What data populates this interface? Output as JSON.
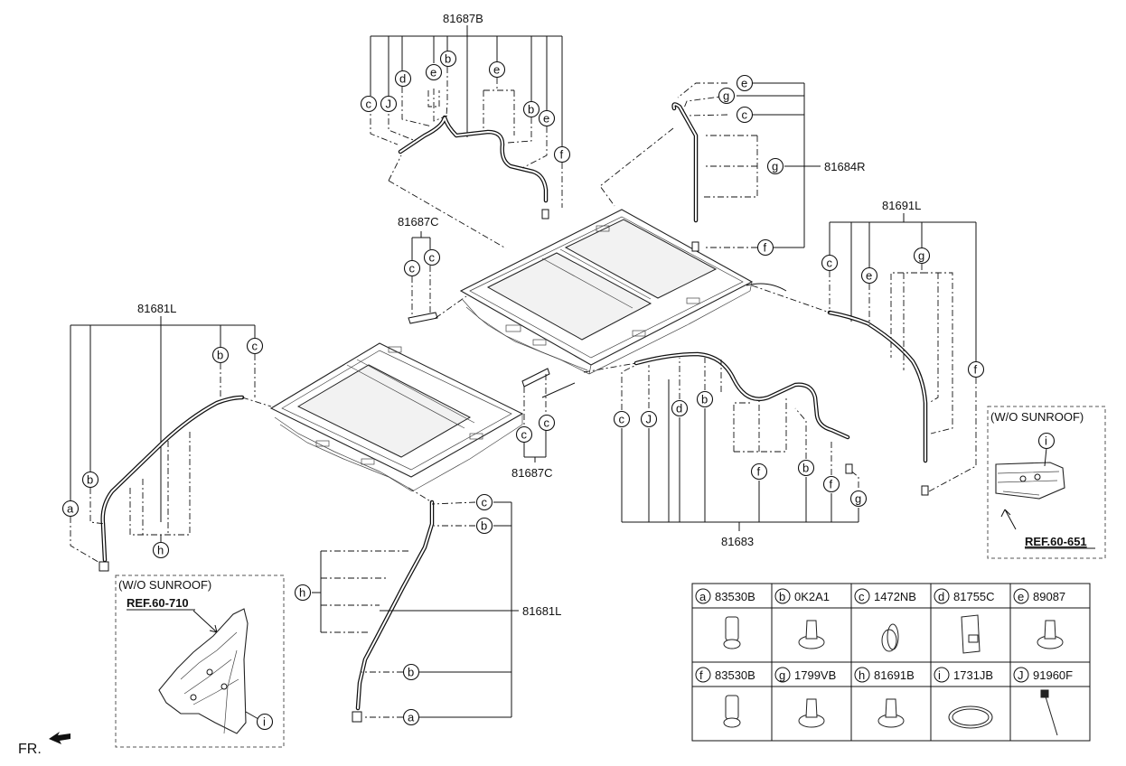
{
  "part_labels": {
    "p81687B": "81687B",
    "p81684R": "81684R",
    "p81691L": "81691L",
    "p81687C_top": "81687C",
    "p81681L_left": "81681L",
    "p81687C_mid": "81687C",
    "p81683": "81683",
    "p81681L_bottom": "81681L"
  },
  "callouts": {
    "a": "a",
    "b": "b",
    "c": "c",
    "d": "d",
    "e": "e",
    "f": "f",
    "g": "g",
    "h": "h",
    "i": "i",
    "J": "J"
  },
  "insets": {
    "right": {
      "title": "(W/O SUNROOF)",
      "ref": "REF.60-651"
    },
    "left": {
      "title": "(W/O SUNROOF)",
      "ref": "REF.60-710"
    }
  },
  "fr_label": "FR.",
  "legend": {
    "row1": [
      {
        "letter": "a",
        "part": "83530B"
      },
      {
        "letter": "b",
        "part": "0K2A1"
      },
      {
        "letter": "c",
        "part": "1472NB"
      },
      {
        "letter": "d",
        "part": "81755C"
      },
      {
        "letter": "e",
        "part": "89087"
      }
    ],
    "row2": [
      {
        "letter": "f",
        "part": "83530B"
      },
      {
        "letter": "g",
        "part": "1799VB"
      },
      {
        "letter": "h",
        "part": "81691B"
      },
      {
        "letter": "i",
        "part": "1731JB"
      },
      {
        "letter": "J",
        "part": "91960F"
      }
    ]
  }
}
